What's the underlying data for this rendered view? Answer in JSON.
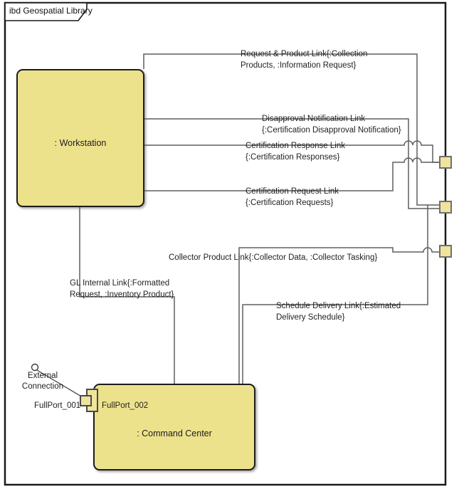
{
  "frame": {
    "title": "ibd Geospatial Library"
  },
  "blocks": {
    "workstation": {
      "label": ": Workstation"
    },
    "command_center": {
      "label": ": Command Center"
    }
  },
  "connectors": [
    {
      "name": "request-product-link",
      "lines": [
        "Request & Product Link{:Collection",
        "Products, :Information Request}"
      ]
    },
    {
      "name": "disapproval-notification-link",
      "lines": [
        "Disapproval Notification Link",
        "{:Certification Disapproval Notification}"
      ]
    },
    {
      "name": "certification-response-link",
      "lines": [
        "Certification Response Link",
        "{:Certification Responses}"
      ]
    },
    {
      "name": "certification-request-link",
      "lines": [
        "Certification Request Link",
        "{:Certification Requests}"
      ]
    },
    {
      "name": "collector-product-link",
      "lines": [
        "Collector Product Link{:Collector Data, :Collector Tasking}"
      ]
    },
    {
      "name": "schedule-delivery-link",
      "lines": [
        "Schedule Delivery Link{:Estimated",
        "Delivery Schedule}"
      ]
    },
    {
      "name": "gl-internal-link",
      "lines": [
        "GL Internal Link{:Formatted",
        "Request, :Inventory Product}"
      ]
    }
  ],
  "external_connection": {
    "lines": [
      "External",
      "Connection"
    ]
  },
  "port_labels": {
    "fullport_001": "FullPort_001",
    "fullport_002": "FullPort_002"
  },
  "colors": {
    "block_fill": "#ede28c",
    "port_fill": "#efe49b",
    "frame_border": "#1a1a1a",
    "connector": "#5f5f5f",
    "text": "#222222"
  }
}
